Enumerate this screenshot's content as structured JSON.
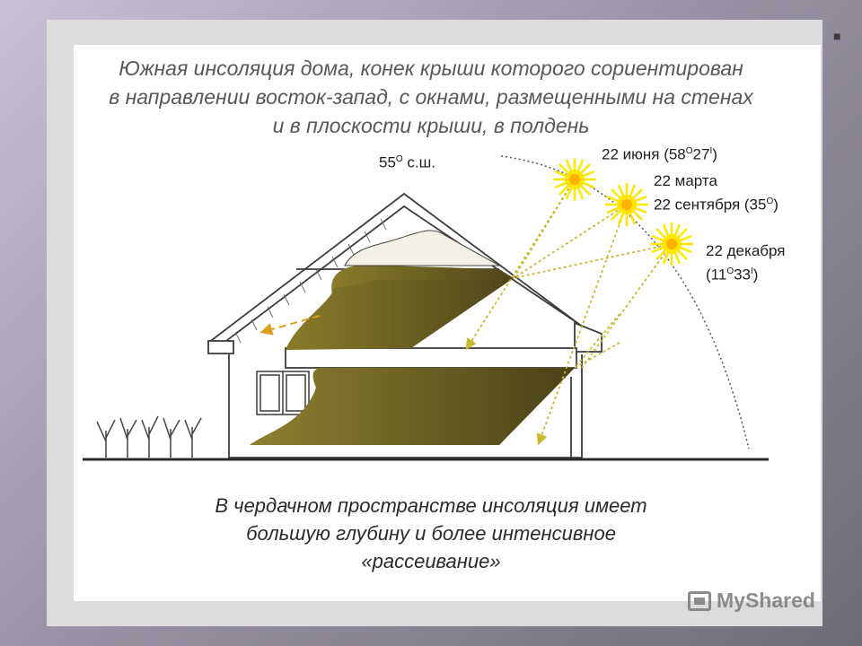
{
  "slide": {
    "marker": "■",
    "title_lines": [
      "Южная инсоляция дома, конек крыши которого сориентирован",
      "в направлении восток-запад, с окнами, размещенными на стенах",
      "и в плоскости крыши, в полдень"
    ],
    "caption_lines": [
      "В чердачном пространстве инсоляция имеет",
      "большую глубину и более интенсивное",
      "«рассеивание»"
    ]
  },
  "labels": {
    "latitude": {
      "value": "55",
      "degree": "O",
      "suffix": " с.ш."
    },
    "june": {
      "text": "22 июня (58",
      "degree": "O",
      "minutes": "27",
      "minute_mark": "I",
      "close": ")"
    },
    "march": "22 марта",
    "september": {
      "text": "22 сентября (35",
      "degree": "O",
      "close": ")"
    },
    "december": {
      "line1": "22 декабря",
      "open": "(11",
      "degree": "O",
      "minutes": "33",
      "minute_mark": "I",
      "close": ")"
    }
  },
  "colors": {
    "sun": "#ffe600",
    "sun_core": "#ffb000",
    "shade": "#6b5f1e",
    "ray": "#c9b830",
    "outline": "#3c3c3c"
  },
  "watermark": {
    "icon": "presentation-icon",
    "text": "MyShared"
  }
}
